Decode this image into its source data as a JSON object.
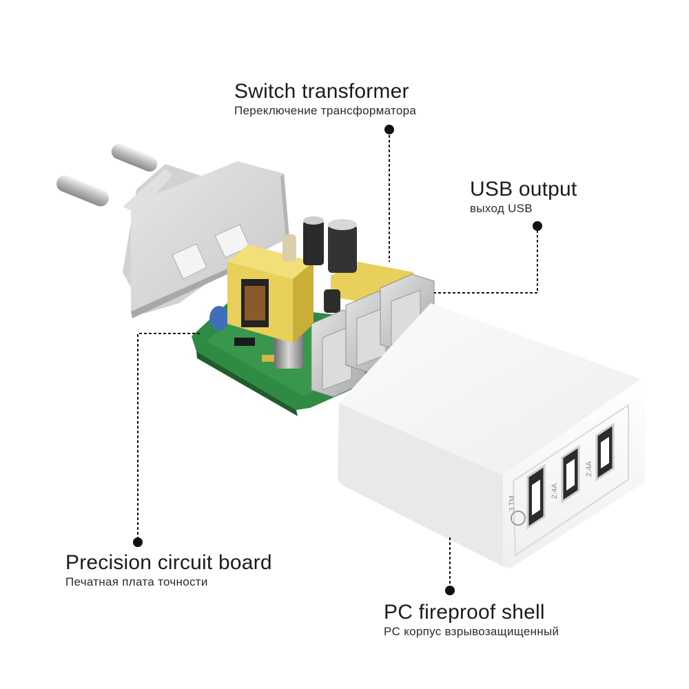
{
  "callouts": {
    "switch_transformer": {
      "title": "Switch transformer",
      "subtitle": "Переключение трансформатора"
    },
    "usb_output": {
      "title": "USB output",
      "subtitle": "выход USB"
    },
    "circuit_board": {
      "title": "Precision circuit board",
      "subtitle": "Печатная плата точности"
    },
    "fireproof_shell": {
      "title": "PC fireproof shell",
      "subtitle": "PC корпус взрывозащищенный"
    }
  },
  "product": {
    "port_ratings": [
      "2.4A",
      "2.4A"
    ],
    "qc_mark": "3 TM"
  },
  "colors": {
    "shell": "#f4f4f4",
    "pcb": "#2f8a44",
    "transformer": "#e8d05a",
    "usb_metal": "#c9c9c9",
    "leader_line": "#111111"
  }
}
